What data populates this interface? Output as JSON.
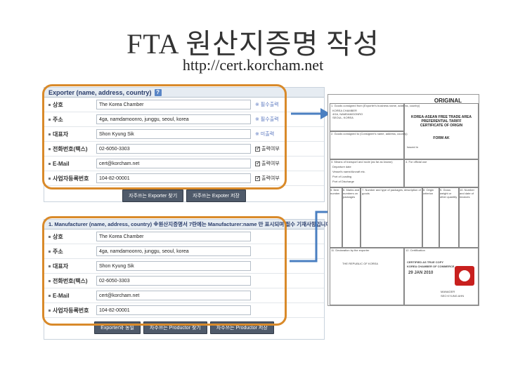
{
  "slide": {
    "title": "FTA 원산지증명 작성",
    "url": "http://cert.korcham.net"
  },
  "exporter": {
    "header": "Exporter (name, address, country)",
    "help": "?",
    "rows": [
      {
        "label": "상호",
        "value": "The Korea Chamber",
        "note": "※ 필수출력",
        "check": ""
      },
      {
        "label": "주소",
        "value": "4ga, namdamoonro, junggu, seoul, korea",
        "note": "※ 필수출력",
        "check": ""
      },
      {
        "label": "대표자",
        "value": "Shon Kyung Sik",
        "note": "※ 미출력",
        "check": ""
      },
      {
        "label": "전화번호(팩스)",
        "value": "02-6050-3303",
        "note": "",
        "check": "출력여부"
      },
      {
        "label": "E-Mail",
        "value": "cert@korcham.net",
        "note": "",
        "check": "출력여부"
      },
      {
        "label": "사업자등록번호",
        "value": "104-82-00001",
        "note": "",
        "check": "출력여부"
      }
    ],
    "buttons": [
      "자주쓰는 Exporter 찾기",
      "자주쓰는 Expoter 저장"
    ]
  },
  "manufacturer": {
    "header": "1. Manufacturer (name, address, country) ※원산지증명서 7란에는 Manufacturer:name 만 표시되며 필수 기재사항입니다.",
    "rows": [
      {
        "label": "상호",
        "value": "The Korea Chamber"
      },
      {
        "label": "주소",
        "value": "4ga, namdamoonro, junggu, seoul, korea"
      },
      {
        "label": "대표자",
        "value": "Shon Kyung Sik"
      },
      {
        "label": "전화번호(팩스)",
        "value": "02-6050-3303"
      },
      {
        "label": "E-Mail",
        "value": "cert@korcham.net"
      },
      {
        "label": "사업자등록번호",
        "value": "104-82-00001"
      }
    ],
    "buttons": [
      "Exporter와 동일",
      "자주쓰는 Productor 찾기",
      "자주쓰는 Productor 저장"
    ]
  },
  "certificate": {
    "original": "ORIGINAL",
    "title_lines": [
      "KOREA-ASEAN FREE TRADE AREA",
      "PREFERENTIAL TARIFF",
      "CERTIFICATE OF ORIGIN"
    ],
    "form": "FORM AK",
    "issued_in": "Issued in",
    "exporter_lines": [
      "KOREA CHAMBER",
      "4GA, NAMDAMOONRO",
      "SEOUL, KOREA"
    ],
    "section_labels": {
      "box1": "1. Goods consigned from (Exporter's business name, address, country)",
      "box2": "2. Goods consigned to (Consignee's name, address, country)",
      "box3": "3. Means of transport and route (as far as known)",
      "box4": "4. For official use",
      "box5": "5. Item number",
      "box6": "6. Marks and numbers on packages",
      "box7": "7. Number and type of packages, description of goods",
      "box8": "8. Origin criterion",
      "box9": "9. Gross weight or other quantity",
      "box10": "10. Number and date of invoices",
      "box11": "11. Declaration by the exporter",
      "box12": "12. Certification"
    },
    "departure": "Departure date",
    "vessel": "Vessel's name/Aircraft etc.",
    "port_loading": "Port of Loading",
    "port_discharge": "Port of Discharge",
    "republic": "THE REPUBLIC OF KOREA",
    "stamp_line1": "CERTIFIED AS TRUE COPY",
    "stamp_line2": "KOREA CHAMBER OF COMMERCE",
    "stamp_date": "29 JAN 2010",
    "signer": "MANAGER",
    "signer2": "SEO KYUNG AHN"
  }
}
